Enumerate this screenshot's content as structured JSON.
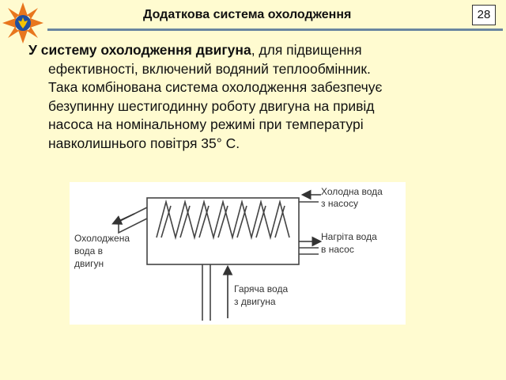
{
  "header": {
    "title": "Додаткова система охолодження",
    "page_number": "28"
  },
  "paragraph": {
    "bold_lead": "У систему охолодження двигуна",
    "line1_rest": ", для підвищення",
    "lines": [
      "ефективності, включений водяний теплообмінник.",
      "Така комбінована система охолодження забезпечує",
      "безупинну шестигодинну роботу двигуна на привід",
      "насоса на номінальному режимі при температурі",
      "навколишнього повітря 35° С."
    ]
  },
  "diagram": {
    "labels": {
      "cold_water_1": "Холодна вода",
      "cold_water_2": "з насосу",
      "heated_water_1": "Нагріта вода",
      "heated_water_2": "в насос",
      "cooled_water_1": "Охолоджена",
      "cooled_water_2": "вода в",
      "cooled_water_3": "двигун",
      "hot_water_1": "Гаряча вода",
      "hot_water_2": "з двигуна"
    }
  }
}
